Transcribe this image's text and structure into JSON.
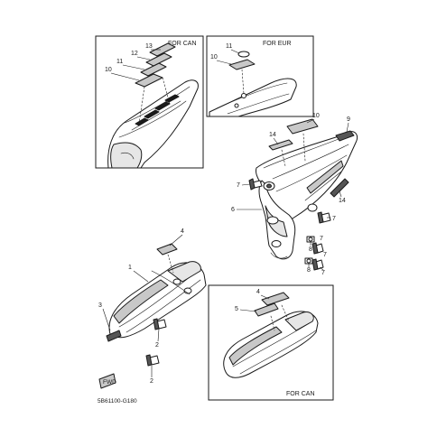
{
  "inset_can_rear": {
    "caption": "FOR CAN",
    "labels": [
      "13",
      "12",
      "11",
      "10"
    ]
  },
  "inset_eur_rear": {
    "caption": "FOR EUR",
    "labels": [
      "11",
      "10"
    ]
  },
  "rear_fender": {
    "labels": [
      "10",
      "14",
      "9",
      "7",
      "6",
      "7",
      "14",
      "7",
      "8",
      "7",
      "8",
      "7"
    ]
  },
  "front_fender": {
    "labels": [
      "4",
      "1",
      "3",
      "2",
      "2"
    ],
    "fwd_mark": "FWD"
  },
  "inset_can_front": {
    "caption": "FOR CAN",
    "labels": [
      "4",
      "5"
    ]
  },
  "part_code": "5B61100-G180"
}
